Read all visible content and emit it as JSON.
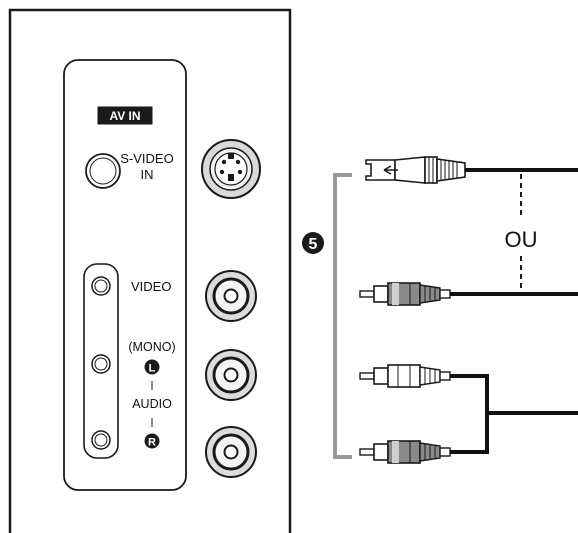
{
  "panel": {
    "header": "AV IN",
    "svideo_line1": "S-VIDEO",
    "svideo_line2": "IN",
    "video": "VIDEO",
    "mono": "(MONO)",
    "audio": "AUDIO",
    "badge_left": "L",
    "badge_right": "R"
  },
  "cables": {
    "callout_number": "5",
    "or_label": "OU"
  },
  "colors": {
    "outline": "#1a1a1a",
    "panel_fill": "#ffffff",
    "port_fill": "#e6e6e6",
    "bracket": "#999999",
    "cable": "#111111"
  }
}
